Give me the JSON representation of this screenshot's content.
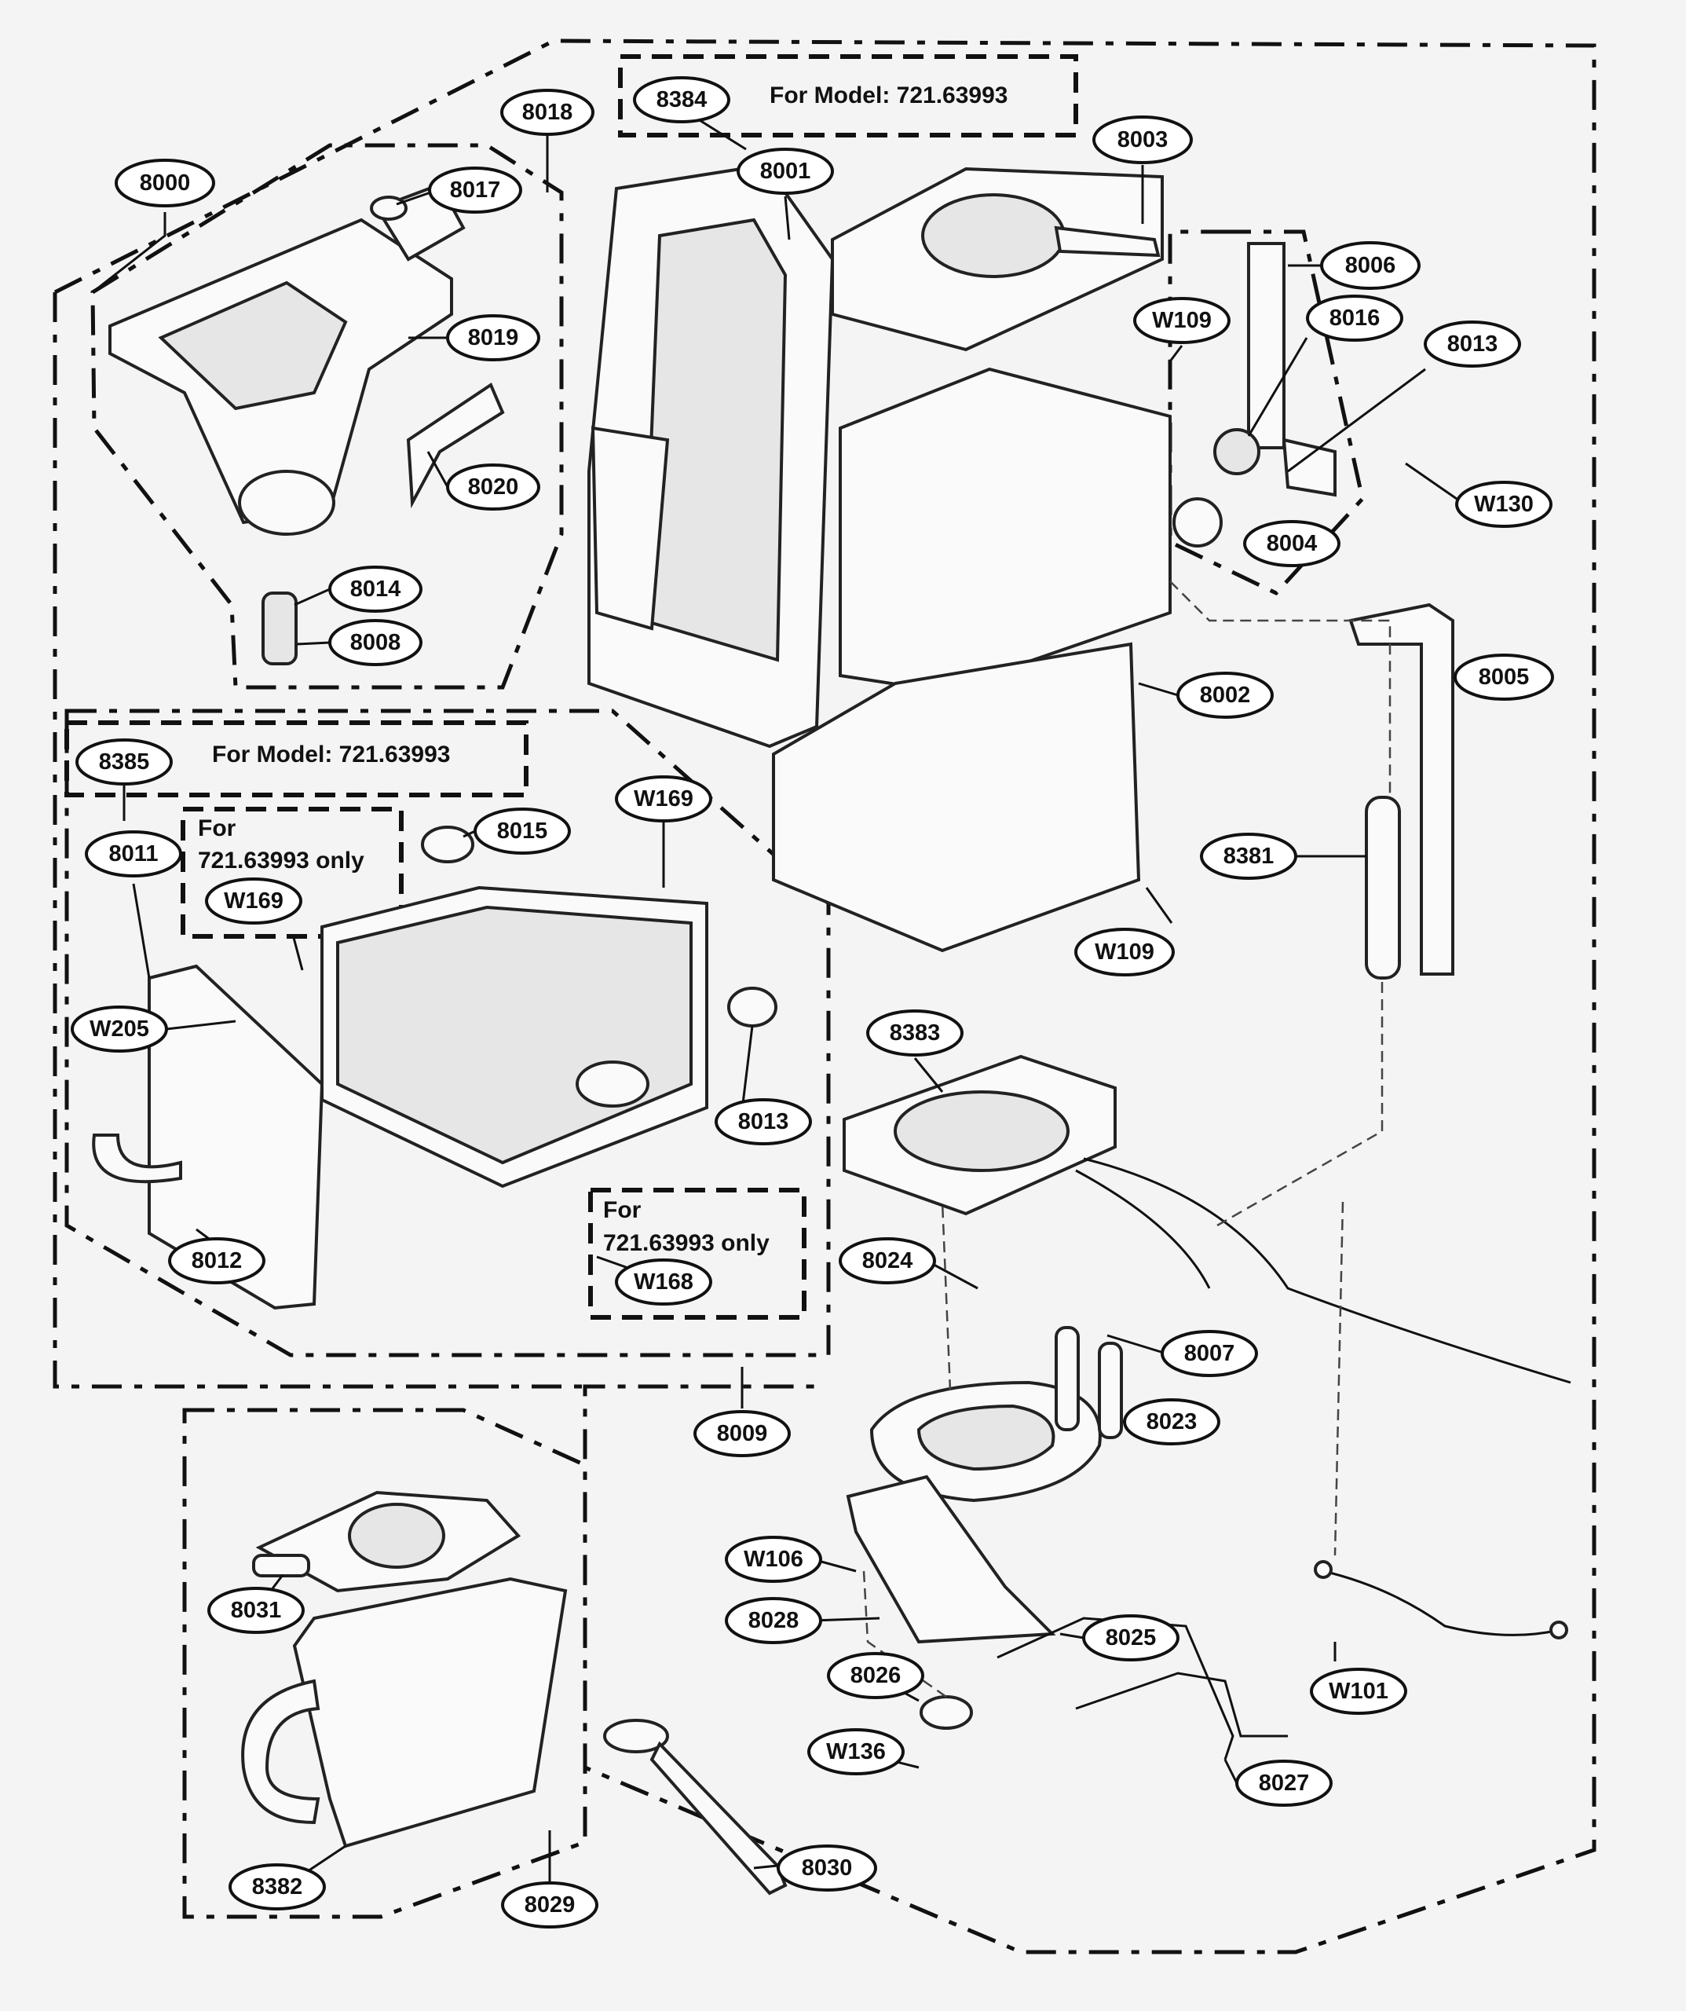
{
  "callouts": [
    {
      "id": "8000"
    },
    {
      "id": "8018"
    },
    {
      "id": "8017"
    },
    {
      "id": "8019"
    },
    {
      "id": "8020"
    },
    {
      "id": "8014"
    },
    {
      "id": "8008"
    },
    {
      "id": "8384"
    },
    {
      "id": "8001"
    },
    {
      "id": "8003"
    },
    {
      "id": "8006"
    },
    {
      "id": "W109"
    },
    {
      "id": "8016"
    },
    {
      "id": "8013"
    },
    {
      "id": "W130"
    },
    {
      "id": "8004"
    },
    {
      "id": "8005"
    },
    {
      "id": "8002"
    },
    {
      "id": "8381"
    },
    {
      "id": "W109"
    },
    {
      "id": "8385"
    },
    {
      "id": "8011"
    },
    {
      "id": "W169"
    },
    {
      "id": "8015"
    },
    {
      "id": "W169"
    },
    {
      "id": "W205"
    },
    {
      "id": "8013"
    },
    {
      "id": "8012"
    },
    {
      "id": "W168"
    },
    {
      "id": "8383"
    },
    {
      "id": "8024"
    },
    {
      "id": "8007"
    },
    {
      "id": "8023"
    },
    {
      "id": "8009"
    },
    {
      "id": "W106"
    },
    {
      "id": "8028"
    },
    {
      "id": "8025"
    },
    {
      "id": "8026"
    },
    {
      "id": "W101"
    },
    {
      "id": "W136"
    },
    {
      "id": "8027"
    },
    {
      "id": "8031"
    },
    {
      "id": "8030"
    },
    {
      "id": "8382"
    },
    {
      "id": "8029"
    }
  ],
  "notes": {
    "model_top": "For Model: 721.63993",
    "model_left": "For Model: 721.63993",
    "only_a_line1": "For",
    "only_a_line2": "721.63993 only",
    "only_b_line1": "For",
    "only_b_line2": "721.63993 only"
  }
}
